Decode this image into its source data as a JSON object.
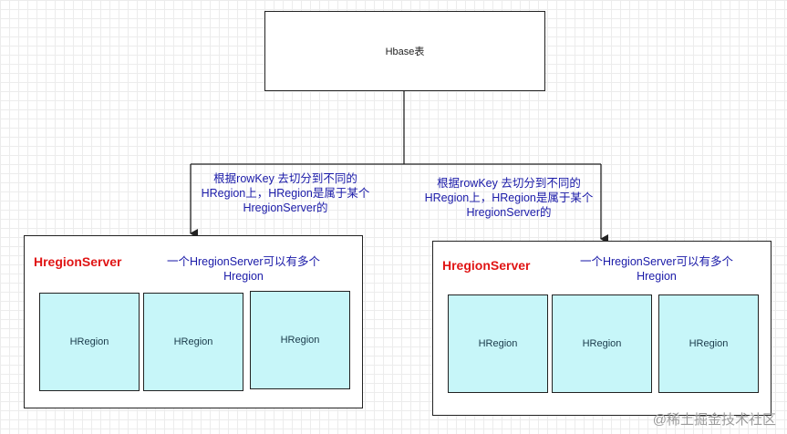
{
  "table_box": {
    "label": "Hbase表"
  },
  "arrow_notes": {
    "left": [
      "根据rowKey 去切分到不同的",
      "HRegion上，HRegion是属于某个",
      "HregionServer的"
    ],
    "right": [
      "根据rowKey 去切分到不同的",
      "HRegion上，HRegion是属于某个",
      "HregionServer的"
    ]
  },
  "servers": [
    {
      "title": "HregionServer",
      "note": [
        "一个HregionServer可以有多个",
        "Hregion"
      ],
      "regions": [
        "HRegion",
        "HRegion",
        "HRegion"
      ]
    },
    {
      "title": "HregionServer",
      "note": [
        "一个HregionServer可以有多个",
        "Hregion"
      ],
      "regions": [
        "HRegion",
        "HRegion",
        "HRegion"
      ]
    }
  ],
  "watermark": "@稀土掘金技术社区",
  "colors": {
    "server_title": "#e01515",
    "note_text": "#1a1aa8",
    "region_fill": "#c7f6f9"
  }
}
